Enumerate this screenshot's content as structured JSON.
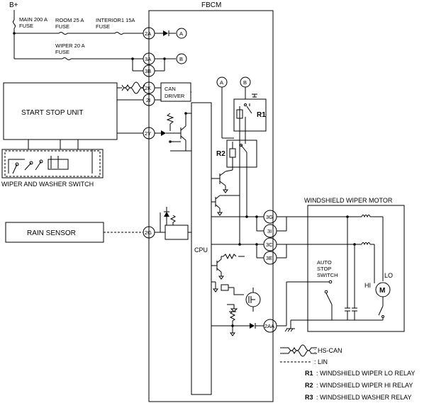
{
  "power": {
    "label": "B+"
  },
  "fuses": {
    "main": [
      "MAIN 200 A",
      "FUSE"
    ],
    "room": [
      "ROOM 25 A",
      "FUSE"
    ],
    "interior": [
      "INTERIOR1 15A",
      "FUSE"
    ],
    "wiper": [
      "WIPER 20 A",
      "FUSE"
    ]
  },
  "fbcm": {
    "title": "FBCM",
    "cpu": "CPU",
    "can_driver": [
      "CAN",
      "DRIVER"
    ]
  },
  "terminals": {
    "t2a": "2A",
    "t3a": "3A",
    "t3b": "3B",
    "t2k": "2K",
    "t2i": "2I",
    "t2y": "2Y",
    "t2g": "2G",
    "t3g": "3G",
    "t3i": "3I",
    "t3c": "3C",
    "t3e": "3E",
    "t2aa": "2AA"
  },
  "connectors": {
    "a": "A",
    "b": "B"
  },
  "relays": {
    "r1": "R1",
    "r2": "R2"
  },
  "units": {
    "start_stop": "START STOP UNIT",
    "wiper_switch": "WIPER AND WASHER SWITCH",
    "rain_sensor": "RAIN SENSOR",
    "wiper_motor": "WINDSHIELD WIPER MOTOR",
    "auto_stop": [
      "AUTO",
      "STOP",
      "SWITCH"
    ],
    "motor_symbol": "M",
    "hi": "HI",
    "lo": "LO"
  },
  "legend": {
    "hs_can": ": HS-CAN",
    "lin": ": LIN",
    "entries": [
      {
        "code": "R1",
        "text": ": WINDSHIELD WIPER LO RELAY"
      },
      {
        "code": "R2",
        "text": ": WINDSHIELD WIPER HI RELAY"
      },
      {
        "code": "R3",
        "text": ": WINDSHIELD WASHER RELAY"
      }
    ]
  }
}
